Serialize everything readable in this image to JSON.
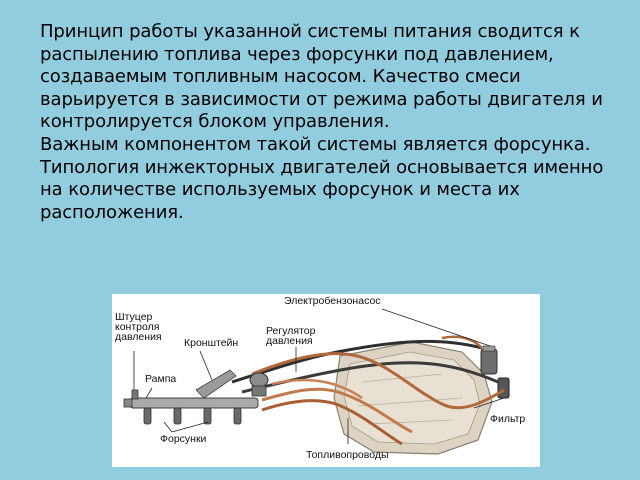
{
  "paragraphs": [
    "Принцип работы указанной системы питания сводится к распылению топлива через форсунки под давлением, создаваемым топливным насосом. Качество смеси варьируется в зависимости от режима работы двигателя и контролируется блоком управления.",
    "Важным компонентом такой системы является форсунка. Типология инжекторных двигателей основывается именно на количестве используемых форсунок и места их расположения."
  ],
  "figure": {
    "labels": {
      "pump": "Электробензонасос",
      "pressure_fitting": "Штуцер\nконтроля\nдавления",
      "bracket": "Кронштейн",
      "regulator": "Регулятор\nдавления",
      "rail": "Рампа",
      "filter": "Фильтр",
      "injectors": "Форсунки",
      "fuel_lines": "Топливопроводы"
    }
  }
}
